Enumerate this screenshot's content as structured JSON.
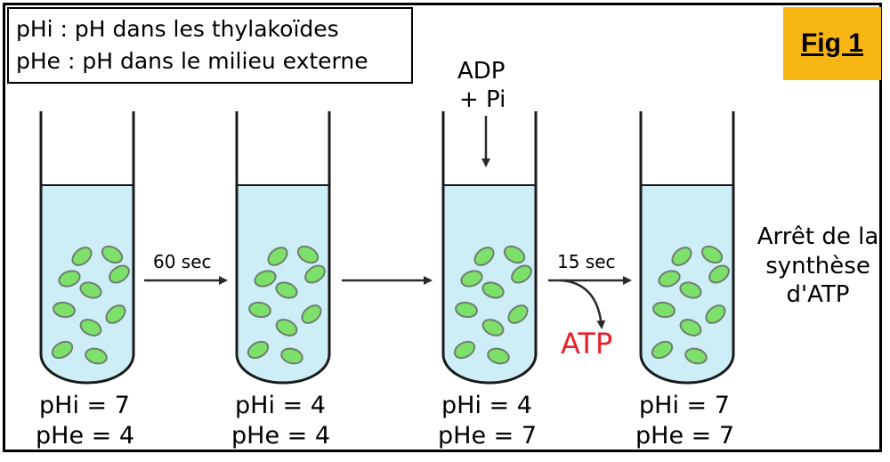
{
  "legend": {
    "line1": "pHi : pH dans les thylakoïdes",
    "line2": "pHe : pH dans le milieu externe"
  },
  "figure_label": "Fig 1",
  "tubes": [
    {
      "phi": "pHi = 7",
      "phe": "pHe = 4"
    },
    {
      "phi": "pHi = 4",
      "phe": "pHe = 4"
    },
    {
      "phi": "pHi = 4",
      "phe": "pHe = 7"
    },
    {
      "phi": "pHi = 7",
      "phe": "pHe = 7"
    }
  ],
  "steps": {
    "step1": "60 sec",
    "step3": "15 sec"
  },
  "addition": {
    "line1": "ADP",
    "line2": "+ Pi"
  },
  "product": "ATP",
  "conclusion": {
    "line1": "Arrêt de la",
    "line2": "synthèse",
    "line3": "d'ATP"
  },
  "colors": {
    "liquid": "#cdeef7",
    "thylakoid_fill": "#7de06a",
    "thylakoid_stroke": "#6e7f6e",
    "atp": "#e8202a",
    "badge": "#f7b614"
  }
}
